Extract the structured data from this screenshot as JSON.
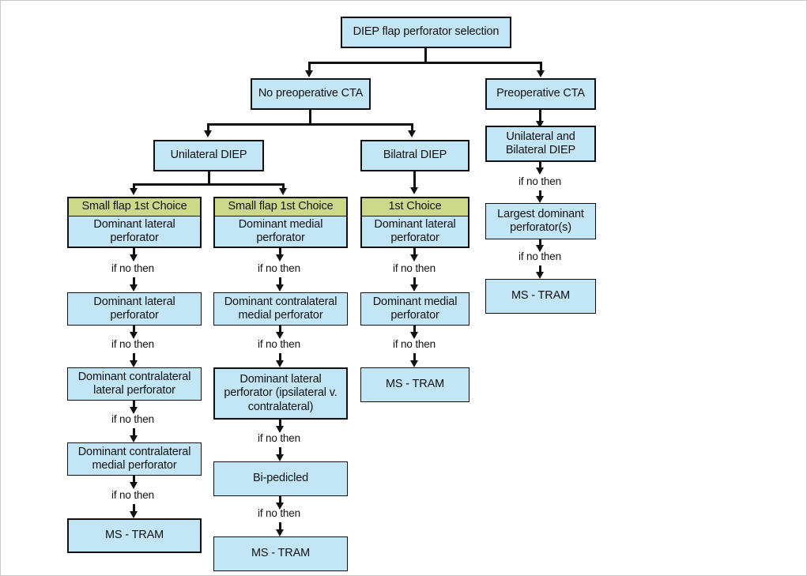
{
  "diagram": {
    "title": "DIEP flap perforator selection",
    "condition_label": "if no then",
    "colors": {
      "box_fill": "#c3e6f7",
      "header_fill": "#ccd98a",
      "border": "#111111",
      "canvas": "#ffffff"
    },
    "root": {
      "label": "DIEP flap perforator selection"
    },
    "branches": {
      "no_cta": {
        "label": "No preoperative CTA"
      },
      "cta": {
        "label": "Preoperative CTA"
      }
    },
    "no_cta_children": {
      "unilateral": {
        "label": "Unilateral DIEP"
      },
      "bilateral": {
        "label": "Bilatral DIEP"
      }
    },
    "columns": [
      {
        "id": "col-unilateral-lateral",
        "header": "Small flap 1st Choice",
        "steps": [
          {
            "label": "Dominant lateral perforator"
          },
          {
            "label": "Dominant lateral perforator"
          },
          {
            "label": "Dominant contralateral lateral perforator"
          },
          {
            "label": "Dominant contralateral medial perforator"
          },
          {
            "label": "MS - TRAM"
          }
        ]
      },
      {
        "id": "col-unilateral-medial",
        "header": "Small flap 1st Choice",
        "steps": [
          {
            "label": "Dominant medial perforator"
          },
          {
            "label": "Dominant contralateral medial perforator"
          },
          {
            "label": "Dominant lateral perforator (ipsilateral v. contralateral)"
          },
          {
            "label": "Bi-pedicled"
          },
          {
            "label": "MS - TRAM"
          }
        ]
      },
      {
        "id": "col-bilateral",
        "header": "1st Choice",
        "steps": [
          {
            "label": "Dominant lateral perforator"
          },
          {
            "label": "Dominant medial perforator"
          },
          {
            "label": "MS - TRAM"
          }
        ]
      },
      {
        "id": "col-cta",
        "header": null,
        "steps": [
          {
            "label": "Unilateral and Bilateral DIEP"
          },
          {
            "label": "Largest dominant perforator(s)"
          },
          {
            "label": "MS - TRAM"
          }
        ]
      }
    ]
  }
}
